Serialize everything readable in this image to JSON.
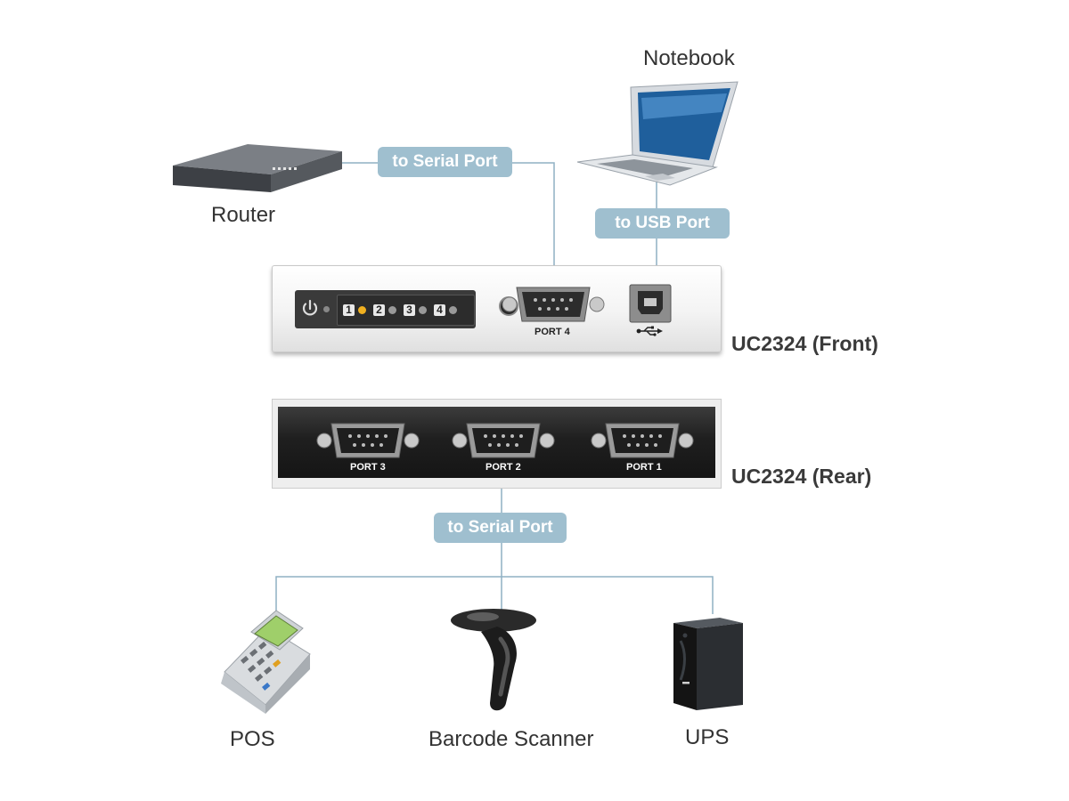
{
  "devices": {
    "notebook": "Notebook",
    "router": "Router",
    "pos": "POS",
    "barcode_scanner": "Barcode Scanner",
    "ups": "UPS"
  },
  "connections": {
    "router_to_serial": "to Serial Port",
    "notebook_to_usb": "to USB Port",
    "rear_to_serial": "to Serial Port"
  },
  "units": {
    "front": "UC2324 (Front)",
    "rear": "UC2324 (Rear)"
  },
  "front_panel": {
    "port_label": "PORT 4",
    "port_numbers": [
      "1",
      "2",
      "3",
      "4"
    ]
  },
  "rear_panel": {
    "port_labels": [
      "PORT 3",
      "PORT 2",
      "PORT 1"
    ]
  },
  "colors": {
    "connector_label_bg": "#9fbfcf",
    "wire": "#8fb0c4",
    "active_led": "#f0b020"
  }
}
